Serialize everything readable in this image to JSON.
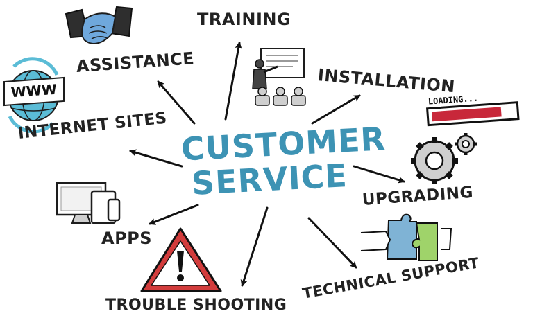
{
  "center": {
    "line1": "CUSTOMER",
    "line2": "SERVICE",
    "color": "#3d93b4"
  },
  "nodes": {
    "training": "TRAINING",
    "assistance": "ASSISTANCE",
    "installation": "INSTALLATION",
    "internet_sites": "INTERNET SITES",
    "upgrading": "UPGRADING",
    "apps": "APPS",
    "trouble_shooting": "TROUBLE SHOOTING",
    "technical_support": "TECHNICAL SUPPORT"
  },
  "icons": {
    "www_globe_text": "WWW",
    "loading_text": "LOADING...",
    "loading_progress": 0.85
  },
  "colors": {
    "text": "#222222",
    "arrow": "#111111",
    "globe": "#5bbcd6",
    "handshake": "#6fa8dc",
    "loading_bar": "#c8283a",
    "warning": "#d23c3c",
    "puzzle_blue": "#7fb3d5",
    "puzzle_green": "#9fd36a"
  }
}
